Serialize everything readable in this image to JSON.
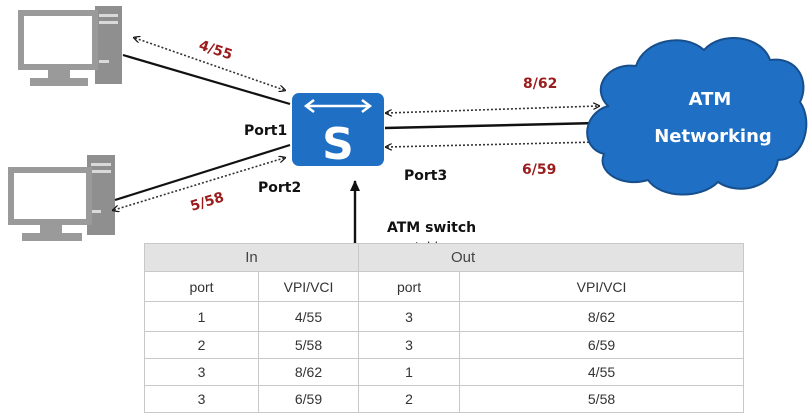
{
  "links": {
    "host1_vc": "4/55",
    "host2_vc": "5/58",
    "cloud_out_vc": "8/62",
    "cloud_in_vc": "6/59"
  },
  "ports": {
    "port1": "Port1",
    "port2": "Port2",
    "port3": "Port3"
  },
  "switch": {
    "icon_letter": "S",
    "label": "ATM switch",
    "table_label": "table"
  },
  "cloud": {
    "line1": "ATM",
    "line2": "Networking"
  },
  "table": {
    "group_in": "In",
    "group_out": "Out",
    "columns": [
      "port",
      "VPI/VCI",
      "port",
      "VPI/VCI"
    ],
    "rows": [
      [
        "1",
        "4/55",
        "3",
        "8/62"
      ],
      [
        "2",
        "5/58",
        "3",
        "6/59"
      ],
      [
        "3",
        "8/62",
        "1",
        "4/55"
      ],
      [
        "3",
        "6/59",
        "2",
        "5/58"
      ]
    ]
  },
  "colors": {
    "switch_fill": "#1f6fc5",
    "cloud_fill": "#1f6fc5",
    "vc_label": "#9b1c1c",
    "computer_gray": "#9a9a9a"
  }
}
